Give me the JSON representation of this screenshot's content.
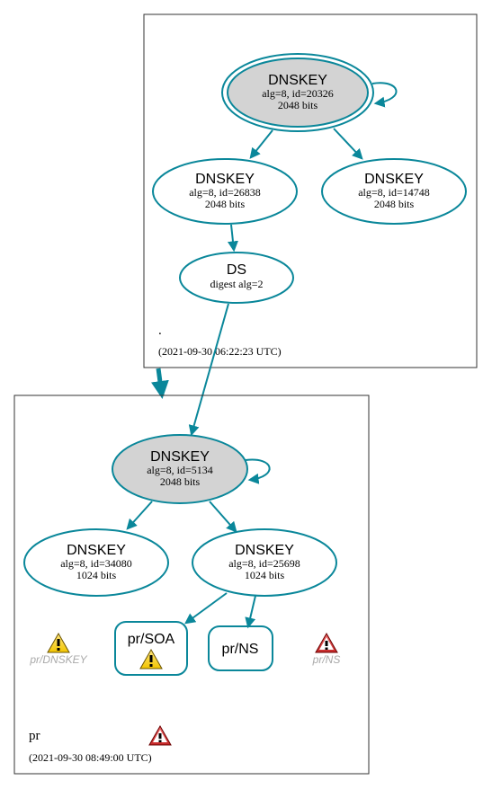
{
  "colors": {
    "edge": "#0a879a",
    "ksk_fill": "#d3d3d3",
    "warning_yellow": "#f2c500",
    "warning_red": "#c62828",
    "ghost_text": "#a9a9a9"
  },
  "root_zone": {
    "name": ".",
    "timestamp": "(2021-09-30 06:22:23 UTC)",
    "ksk": {
      "title": "DNSKEY",
      "line1": "alg=8, id=20326",
      "line2": "2048 bits"
    },
    "zsk1": {
      "title": "DNSKEY",
      "line1": "alg=8, id=26838",
      "line2": "2048 bits"
    },
    "zsk2": {
      "title": "DNSKEY",
      "line1": "alg=8, id=14748",
      "line2": "2048 bits"
    },
    "ds": {
      "title": "DS",
      "line1": "digest alg=2"
    }
  },
  "pr_zone": {
    "name": "pr",
    "timestamp": "(2021-09-30 08:49:00 UTC)",
    "ksk": {
      "title": "DNSKEY",
      "line1": "alg=8, id=5134",
      "line2": "2048 bits"
    },
    "zsk1": {
      "title": "DNSKEY",
      "line1": "alg=8, id=34080",
      "line2": "1024 bits"
    },
    "zsk2": {
      "title": "DNSKEY",
      "line1": "alg=8, id=25698",
      "line2": "1024 bits"
    },
    "soa": {
      "title": "pr/SOA"
    },
    "ns": {
      "title": "pr/NS"
    },
    "ghost_dnskey": "pr/DNSKEY",
    "ghost_ns": "pr/NS"
  },
  "icons": [
    "warning-icon-yellow",
    "warning-icon-red"
  ]
}
